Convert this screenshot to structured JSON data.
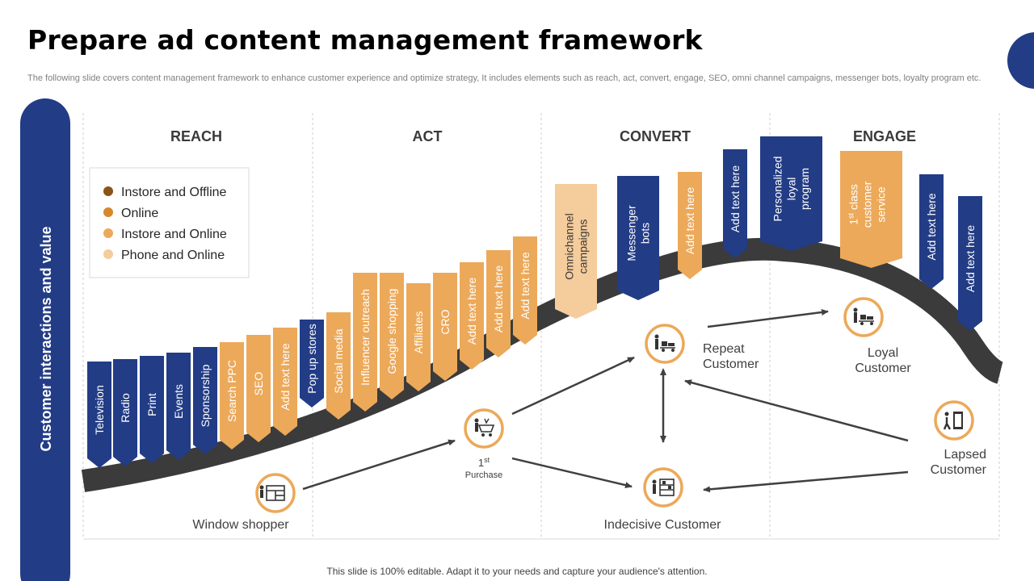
{
  "title": "Prepare ad content management framework",
  "subtitle": "The following slide covers content management framework to enhance customer experience and optimize strategy, It includes elements such as reach, act, convert, engage, SEO, omni channel campaigns, messenger bots, loyalty program etc.",
  "footer": "This slide is 100% editable. Adapt it to your needs and capture your audience's attention.",
  "side_label": "Customer interactions and value",
  "colors": {
    "navy": "#223C86",
    "orange_dark": "#8A5418",
    "orange": "#D6892A",
    "orange_mid": "#ECA95A",
    "orange_light": "#F5CC9C",
    "curve": "#3B3B3B",
    "arrow": "#404040"
  },
  "stages": [
    {
      "label": "REACH"
    },
    {
      "label": "ACT"
    },
    {
      "label": "CONVERT"
    },
    {
      "label": "ENGAGE"
    }
  ],
  "legend": [
    {
      "label": "Instore and Offline",
      "color": "#8A5418"
    },
    {
      "label": "Online",
      "color": "#D6892A"
    },
    {
      "label": "Instore and Online",
      "color": "#ECA95A"
    },
    {
      "label": "Phone and Online",
      "color": "#F5CC9C"
    }
  ],
  "banners": [
    {
      "label": "Television",
      "color": "navy"
    },
    {
      "label": "Radio",
      "color": "navy"
    },
    {
      "label": "Print",
      "color": "navy"
    },
    {
      "label": "Events",
      "color": "navy"
    },
    {
      "label": "Sponsorship",
      "color": "navy"
    },
    {
      "label": "Search PPC",
      "color": "orange_mid"
    },
    {
      "label": "SEO",
      "color": "orange_mid"
    },
    {
      "label": "Add text here",
      "color": "orange_mid"
    },
    {
      "label": "Pop up stores",
      "color": "navy"
    },
    {
      "label": "Social media",
      "color": "orange_mid"
    },
    {
      "label": "Influencer outreach",
      "color": "orange_mid"
    },
    {
      "label": "Google shopping",
      "color": "orange_mid"
    },
    {
      "label": "Affiliates",
      "color": "orange_mid"
    },
    {
      "label": "CRO",
      "color": "orange_mid"
    },
    {
      "label": "Add text here",
      "color": "orange_mid"
    },
    {
      "label": "Add text here",
      "color": "orange_mid"
    },
    {
      "label": "Add text here",
      "color": "orange_mid"
    },
    {
      "label": "Omnichannel campaigns",
      "color": "orange_light"
    },
    {
      "label": "Messenger bots",
      "color": "navy"
    },
    {
      "label": "Add text here",
      "color": "orange_mid"
    },
    {
      "label": "Add text here",
      "color": "navy"
    },
    {
      "label": "Personalized loyal program",
      "color": "navy"
    },
    {
      "label": "1st class customer service",
      "color": "orange_mid"
    },
    {
      "label": "Add text here",
      "color": "navy"
    },
    {
      "label": "Add text here",
      "color": "navy"
    }
  ],
  "customers": [
    {
      "label": "Window shopper",
      "icon": "storefront-icon"
    },
    {
      "label": "1st Purchase",
      "icon": "shopping-cart-icon"
    },
    {
      "label": "Repeat Customer",
      "icon": "delivery-cart-icon"
    },
    {
      "label": "Loyal Customer",
      "icon": "delivery-cart-icon"
    },
    {
      "label": "Lapsed Customer",
      "icon": "exit-door-icon"
    },
    {
      "label": "Indecisive Customer",
      "icon": "shop-shelves-icon"
    }
  ]
}
